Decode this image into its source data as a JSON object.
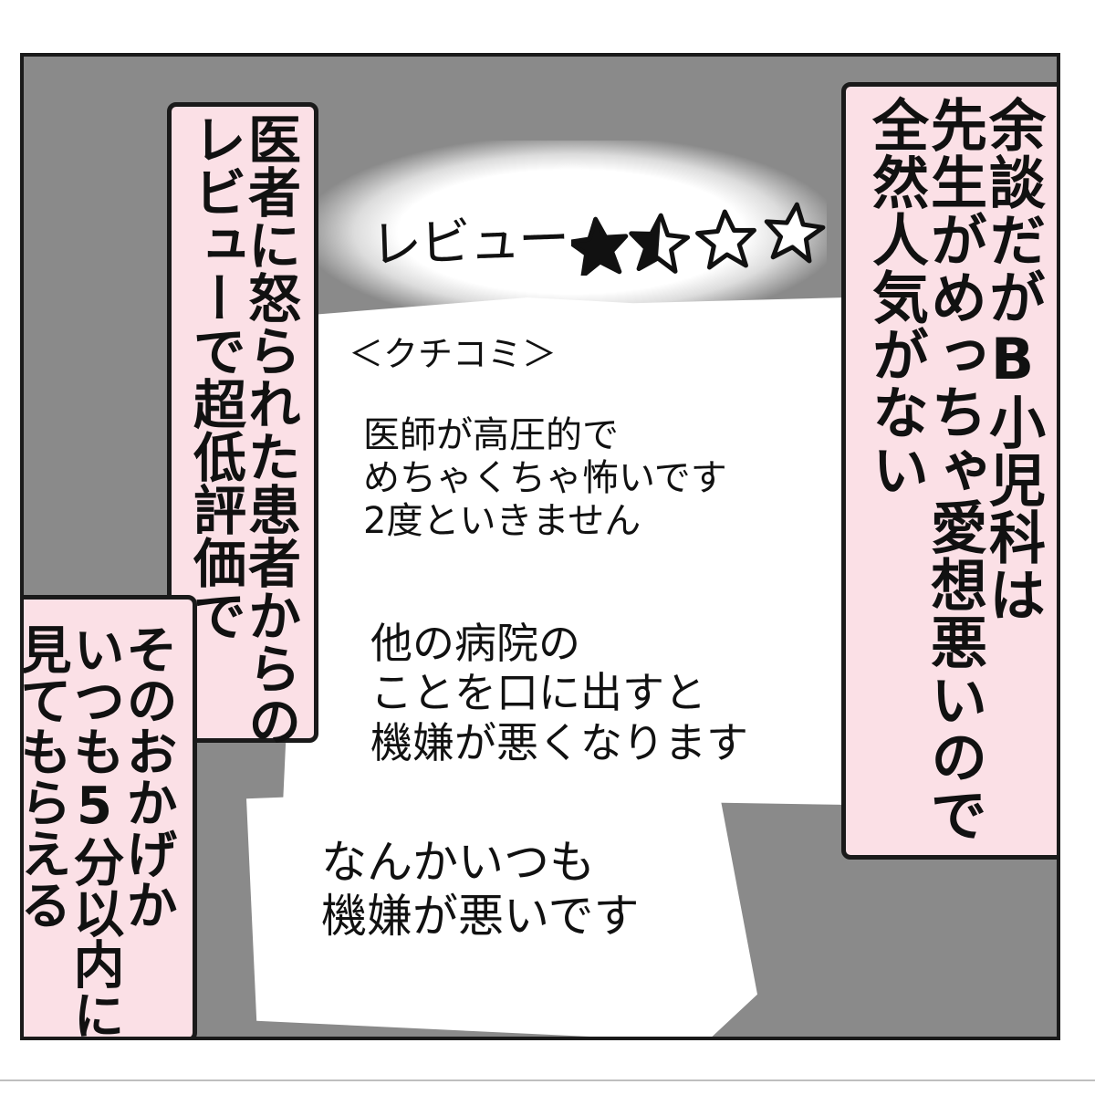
{
  "caption_right": [
    "余談だがB小児科は",
    "先生がめっちゃ愛想悪いので",
    "全然人気がない"
  ],
  "caption_mid": [
    "医者に怒られた患者からの",
    "レビューで超低評価で"
  ],
  "caption_left": [
    "そのおかげか",
    "いつも5分以内に",
    "見てもらえる"
  ],
  "review": {
    "label": "レビュー",
    "rating_filled": 1.5,
    "rating_max": 4
  },
  "kuchikomi_label": "＜クチコミ＞",
  "comments": [
    [
      "医師が高圧的で",
      "めちゃくちゃ怖いです",
      "2度といきません"
    ],
    [
      "他の病院の",
      "ことを口に出すと",
      "機嫌が悪くなります"
    ],
    [
      "なんかいつも",
      "機嫌が悪いです"
    ]
  ],
  "colors": {
    "panel_bg": "#8a8a8a",
    "caption_bg": "#fbe0e6",
    "border": "#1a1a1a"
  }
}
